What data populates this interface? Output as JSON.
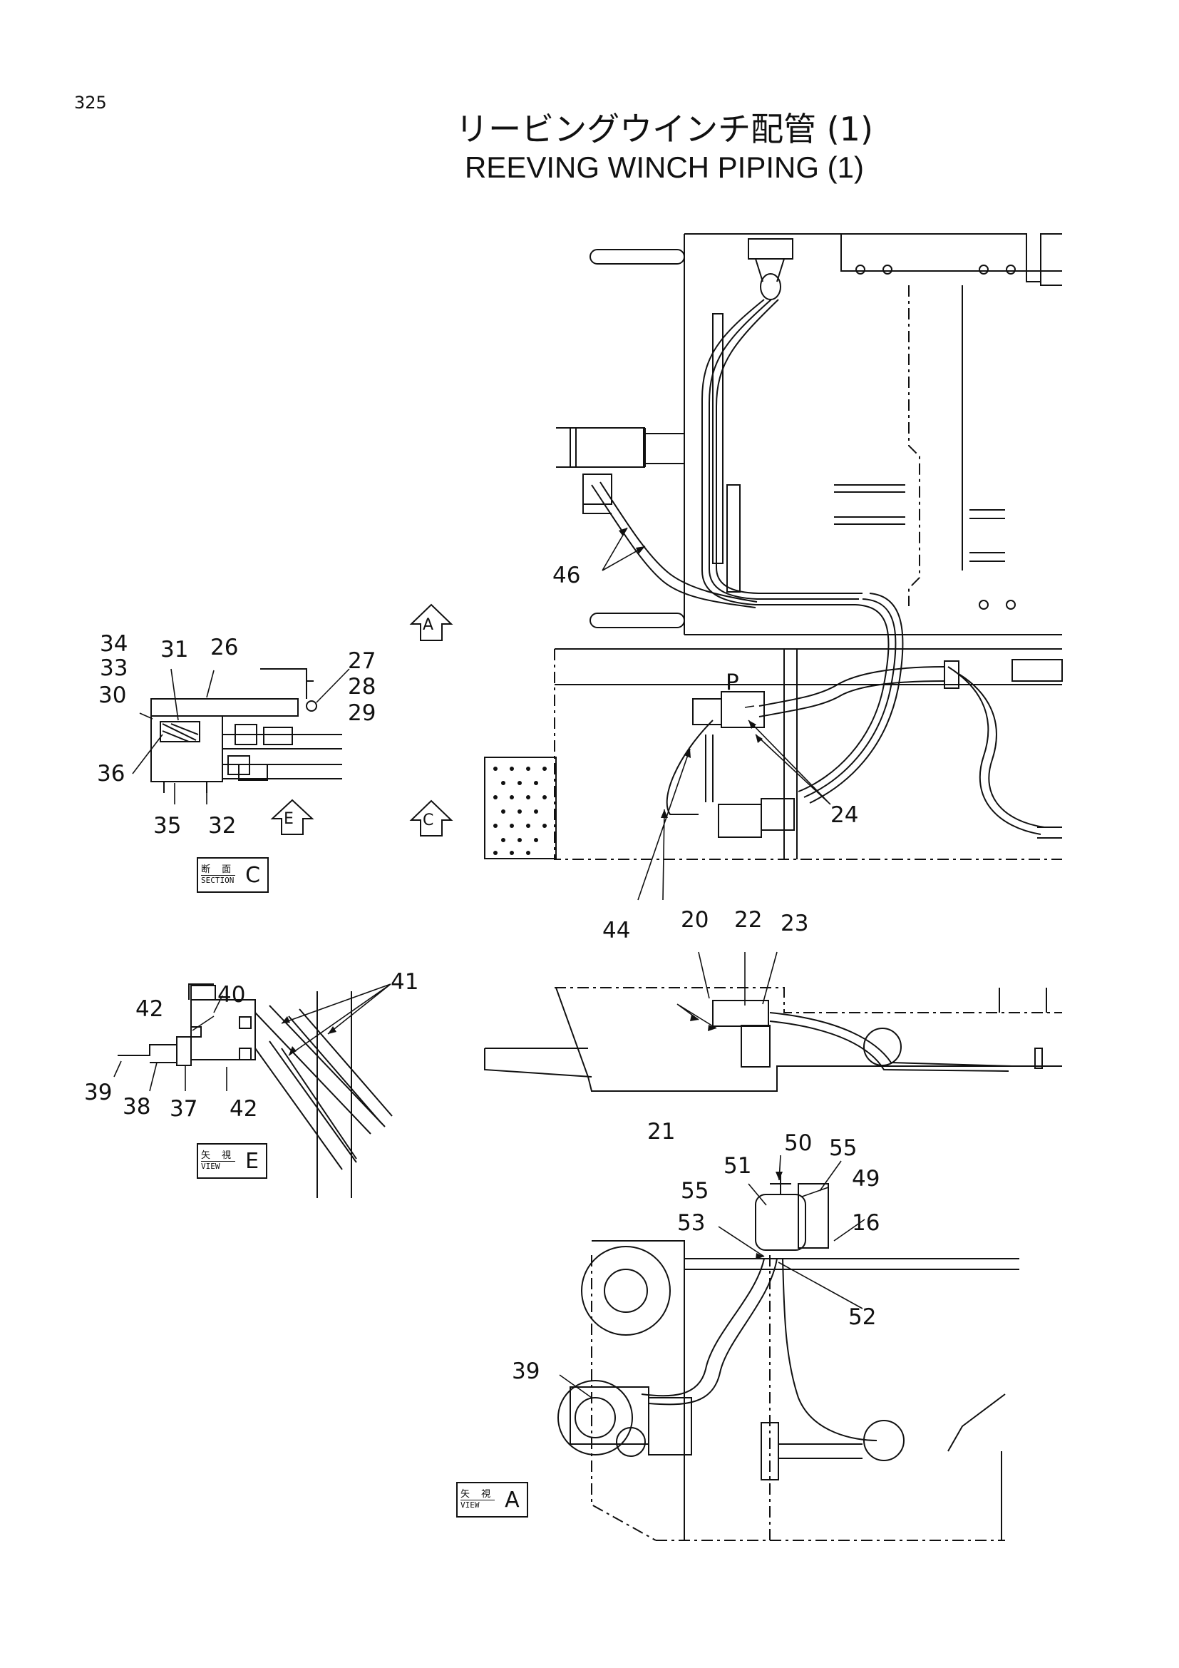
{
  "page_number": "325",
  "title": {
    "japanese": "リービングウインチ配管 (1)",
    "english": "REEVING WINCH PIPING (1)"
  },
  "views": {
    "section_c": {
      "jp": "断 面",
      "en": "SECTION",
      "letter": "C"
    },
    "view_e": {
      "jp": "矢 視",
      "en": "VIEW",
      "letter": "E"
    },
    "view_a": {
      "jp": "矢 視",
      "en": "VIEW",
      "letter": "A"
    }
  },
  "view_markers": [
    "A",
    "C",
    "E"
  ],
  "callouts": {
    "c34": "34",
    "c33": "33",
    "c31": "31",
    "c26": "26",
    "c30": "30",
    "c27": "27",
    "c28": "28",
    "c29": "29",
    "c36": "36",
    "c35": "35",
    "c32": "32",
    "c46": "46",
    "cP": "P",
    "c24": "24",
    "c44": "44",
    "c20": "20",
    "c22": "22",
    "c23": "23",
    "c21": "21",
    "c42a": "42",
    "c40": "40",
    "c41": "41",
    "c39a": "39",
    "c38": "38",
    "c37": "37",
    "c42b": "42",
    "c51": "51",
    "c50": "50",
    "c55a": "55",
    "c55b": "55",
    "c49": "49",
    "c53": "53",
    "c16": "16",
    "c52": "52",
    "c39b": "39"
  }
}
